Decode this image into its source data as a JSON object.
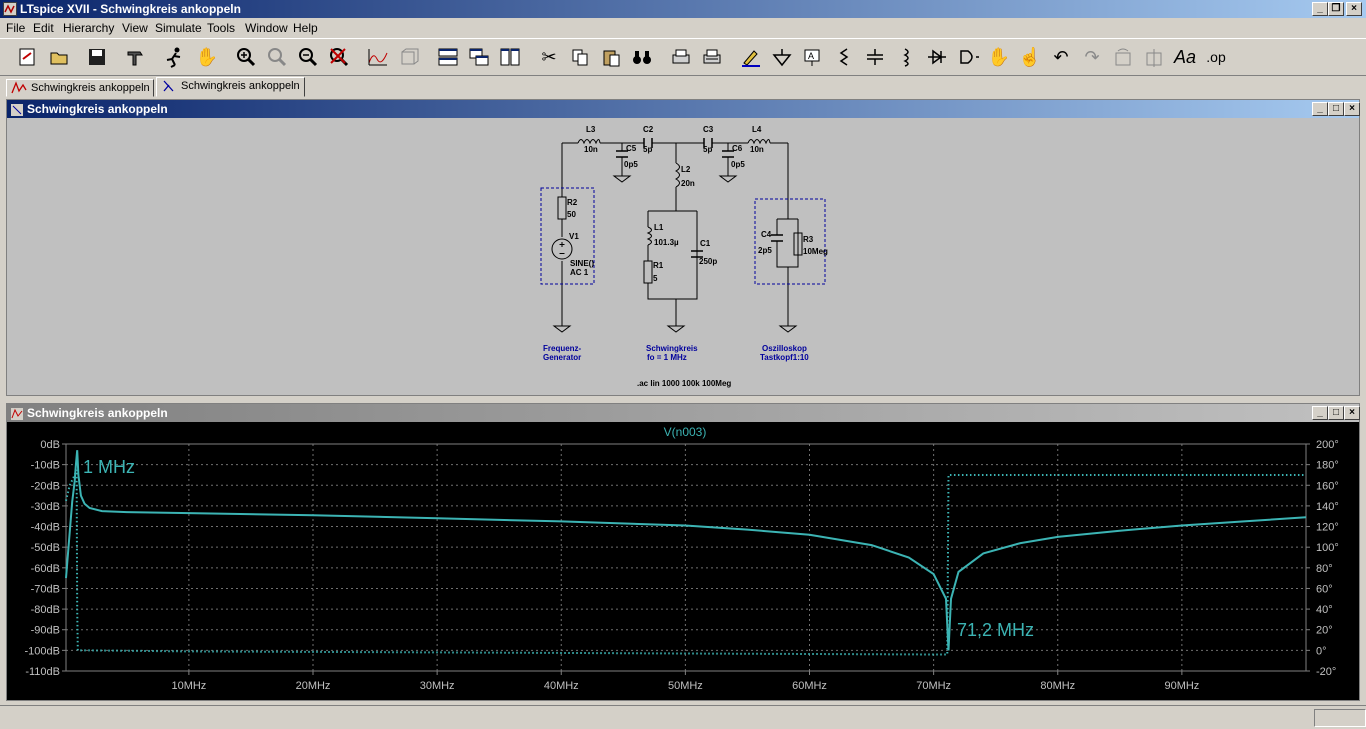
{
  "app": {
    "title": "LTspice XVII - Schwingkreis ankoppeln"
  },
  "window_controls": {
    "minimize": "_",
    "restore": "❐",
    "close": "×"
  },
  "menu": [
    "File",
    "Edit",
    "Hierarchy",
    "View",
    "Simulate",
    "Tools",
    "Window",
    "Help"
  ],
  "tabs": [
    {
      "label": "Schwingkreis ankoppeln",
      "icon": "waveform-icon"
    },
    {
      "label": "Schwingkreis ankoppeln",
      "icon": "schematic-icon"
    }
  ],
  "schematic": {
    "title": "Schwingkreis ankoppeln",
    "labels": {
      "L3": "L3",
      "L3v": "10n",
      "C2": "C2",
      "C2v": "5p",
      "C3": "C3",
      "C3v": "5p",
      "L4": "L4",
      "L4v": "10n",
      "C5": "C5",
      "C5v": "0p5",
      "C6": "C6",
      "C6v": "0p5",
      "L2": "L2",
      "L2v": "20n",
      "R2": "R2",
      "R2v": "50",
      "V1": "V1",
      "V1a": "SINE()",
      "V1b": "AC 1",
      "L1": "L1",
      "L1v": "101.3µ",
      "C1": "C1",
      "C1v": "250p",
      "R1": "R1",
      "R1v": "5",
      "C4": "C4",
      "C4v": "2p5",
      "R3": "R3",
      "R3v": "10Meg",
      "gen1": "Frequenz-",
      "gen2": "Generator",
      "sk1": "Schwingkreis",
      "sk2": "fo = 1 MHz",
      "os1": "Oszilloskop",
      "os2": "Tastkopf1:10",
      "directive": ".ac lin 1000 100k 100Meg"
    }
  },
  "plot": {
    "title": "Schwingkreis ankoppeln",
    "trace_label": "V(n003)",
    "annotations": [
      "1 MHz",
      "71,2 MHz"
    ]
  },
  "colors": {
    "trace": "#3cb4b4",
    "titlebar_start": "#0a246a",
    "titlebar_end": "#a6caf0",
    "plot_bg": "#000000",
    "grid": "#808080"
  },
  "chart_data": {
    "type": "line",
    "title": "V(n003)",
    "x_ticks": [
      "10MHz",
      "20MHz",
      "30MHz",
      "40MHz",
      "50MHz",
      "60MHz",
      "70MHz",
      "80MHz",
      "90MHz"
    ],
    "y_left_ticks": [
      "0dB",
      "-10dB",
      "-20dB",
      "-30dB",
      "-40dB",
      "-50dB",
      "-60dB",
      "-70dB",
      "-80dB",
      "-90dB",
      "-100dB",
      "-110dB"
    ],
    "y_right_ticks": [
      "200°",
      "180°",
      "160°",
      "140°",
      "120°",
      "100°",
      "80°",
      "60°",
      "40°",
      "20°",
      "0°",
      "-20°"
    ],
    "xlim": [
      0.1,
      100
    ],
    "ylim_left": [
      -110,
      0
    ],
    "ylim_right": [
      -20,
      200
    ],
    "grid": true,
    "series": [
      {
        "role": "magnitude",
        "x": [
          0.1,
          0.3,
          0.6,
          0.8,
          0.9,
          1.0,
          1.1,
          1.3,
          1.6,
          2,
          3,
          5,
          10,
          20,
          30,
          40,
          50,
          55,
          60,
          65,
          68,
          70,
          71,
          71.2,
          71.4,
          72,
          74,
          77,
          80,
          85,
          90,
          95,
          100
        ],
        "y": [
          -65,
          -50,
          -28,
          -18,
          -10,
          -3,
          -15,
          -25,
          -29,
          -31,
          -32.5,
          -33,
          -33.5,
          -34.5,
          -36,
          -37.5,
          -39.5,
          -41.5,
          -44,
          -49,
          -55,
          -63,
          -75,
          -100,
          -75,
          -62,
          -53,
          -48,
          -45,
          -42,
          -39.5,
          -37.5,
          -35.5
        ]
      },
      {
        "role": "phase",
        "x": [
          0.1,
          0.4,
          0.8,
          0.95,
          1.0,
          1.05,
          1.2,
          1.5,
          2,
          10,
          30,
          50,
          60,
          70,
          71.1,
          71.2,
          72,
          80,
          90,
          100
        ],
        "y": [
          145,
          160,
          170,
          175,
          40,
          0,
          0,
          0,
          0,
          -1,
          -2,
          -3,
          -3.5,
          -4,
          -4,
          170,
          170,
          170,
          170,
          170
        ]
      }
    ]
  }
}
